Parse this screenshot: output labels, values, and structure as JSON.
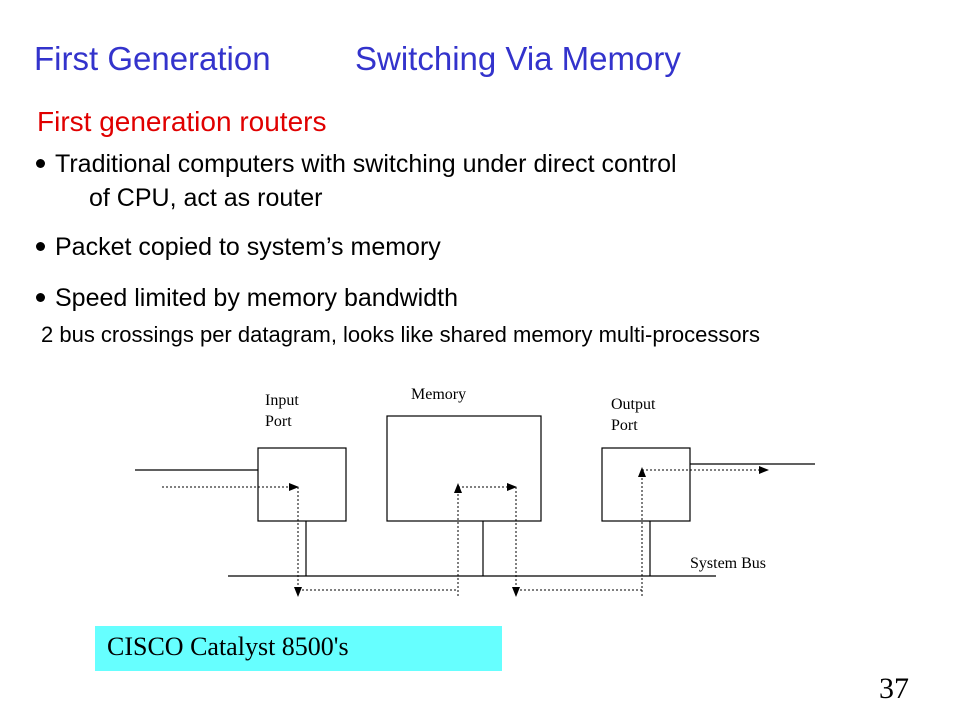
{
  "slide": {
    "title_left": "First Generation",
    "title_right": "Switching Via Memory",
    "subtitle": "First generation routers",
    "bullets": [
      {
        "line1": "Traditional computers with switching under direct control",
        "line2": "of CPU, act as router"
      },
      {
        "line1": "Packet copied to system’s memory"
      },
      {
        "line1": "Speed limited by memory bandwidth"
      }
    ],
    "note": "2 bus crossings per datagram, looks like shared memory multi-processors",
    "page_number": "37"
  },
  "diagram": {
    "labels": {
      "input_port": "Input\nPort",
      "memory": "Memory",
      "output_port": "Output\nPort",
      "system_bus": "System Bus"
    },
    "caption": "CISCO Catalyst 8500's",
    "caption_color": "#66ffff"
  },
  "colors": {
    "title": "#3333cc",
    "subtitle": "#e00000"
  }
}
